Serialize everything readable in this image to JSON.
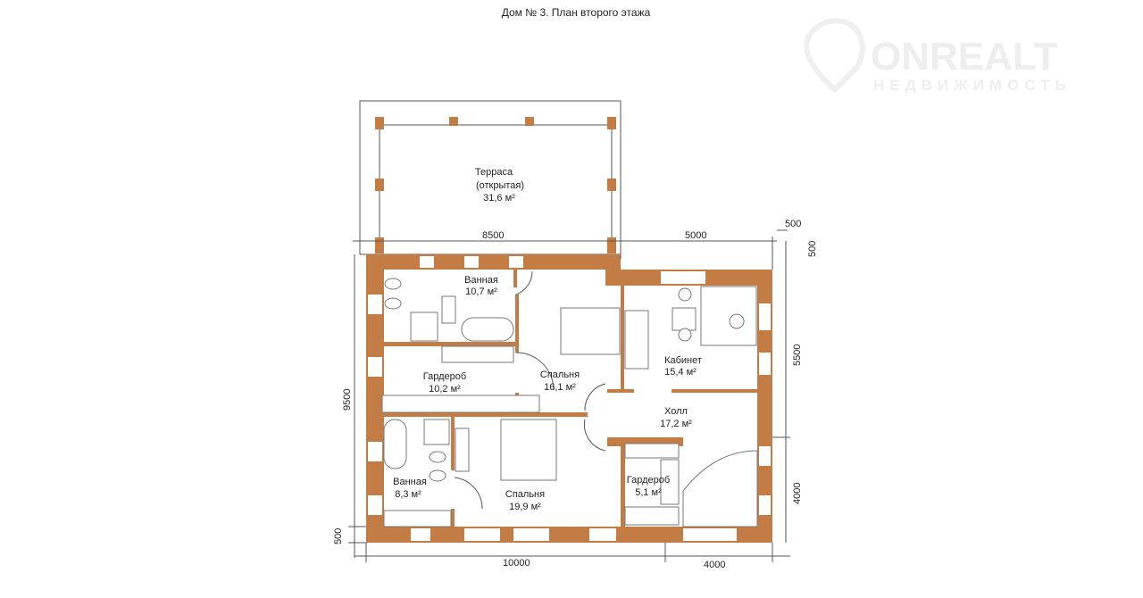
{
  "title": "Дом № 3. План второго этажа",
  "logo": {
    "name": "ONREALT",
    "tagline": "НЕДВИЖИМОСТЬ"
  },
  "colors": {
    "wall": "#c47c45",
    "line": "#555555"
  },
  "rooms": [
    {
      "name": "Терраса",
      "note": "(открытая)",
      "area": "31,6 м²"
    },
    {
      "name": "Ванная",
      "area": "10,7 м²"
    },
    {
      "name": "Гардероб",
      "area": "10,2 м²"
    },
    {
      "name": "Спальня",
      "area": "16,1 м²"
    },
    {
      "name": "Кабинет",
      "area": "15,4 м²"
    },
    {
      "name": "Холл",
      "area": "17,2 м²"
    },
    {
      "name": "Ванная",
      "area": "8,3 м²"
    },
    {
      "name": "Спальня",
      "area": "19,9 м²"
    },
    {
      "name": "Гардероб",
      "area": "5,1 м²"
    }
  ],
  "dimensions": {
    "top_left": "8500",
    "top_right": "5000",
    "corner_h": "500",
    "corner_v": "500",
    "left": "9500",
    "left_bottom": "500",
    "right_top": "5500",
    "right_bottom": "4000",
    "bottom_left": "10000",
    "bottom_right": "4000"
  }
}
